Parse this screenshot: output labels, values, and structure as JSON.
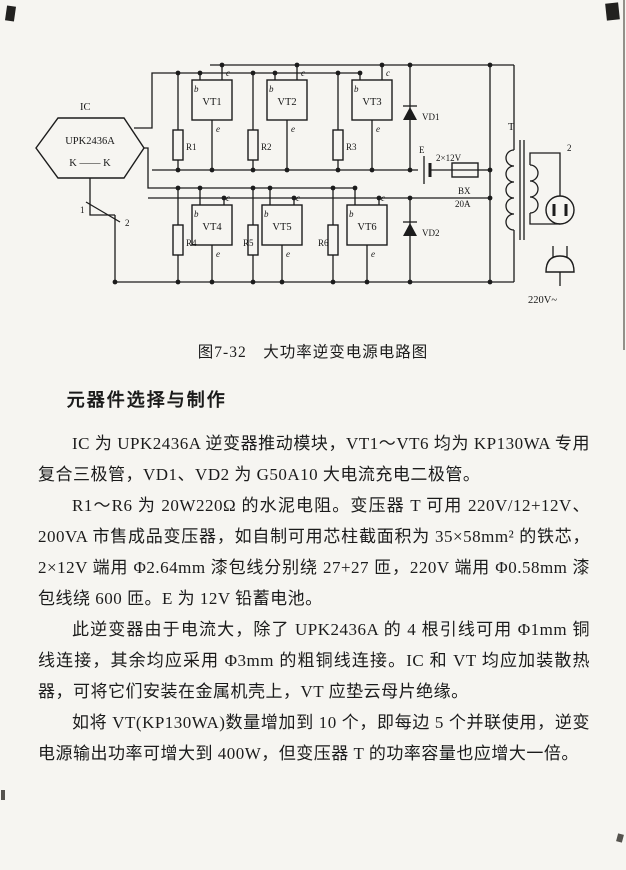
{
  "figure_caption": "图7-32　大功率逆变电源电路图",
  "article": {
    "heading": "元器件选择与制作",
    "paragraphs": [
      "IC 为 UPK2436A 逆变器推动模块，VT1～VT6 均为 KP130WA 专用复合三极管，VD1、VD2 为 G50A10 大电流充电二极管。",
      "R1～R6 为 20W220Ω 的水泥电阻。变压器 T 可用 220V/12+12V、200VA 市售成品变压器，如自制可用芯柱截面积为 35×58mm² 的铁芯，2×12V 端用 Φ2.64mm 漆包线分别绕 27+27 匝，220V 端用 Φ0.58mm 漆包线绕 600 匝。E 为 12V 铅蓄电池。",
      "此逆变器由于电流大，除了 UPK2436A 的 4 根引线可用 Φ1mm 铜线连接，其余均应采用 Φ3mm 的粗铜线连接。IC 和 VT 均应加装散热器，可将它们安装在金属机壳上，VT 应垫云母片绝缘。",
      "如将 VT(KP130WA)数量增加到 10 个，即每边 5 个并联使用，逆变电源输出功率可增大到 400W，但变压器 T 的功率容量也应增大一倍。"
    ]
  },
  "circuit": {
    "ic": {
      "label": "IC",
      "part": "UPK2436A",
      "pins": "K —— K",
      "pin1": "1",
      "pin2": "2"
    },
    "transistors": [
      "VT1",
      "VT2",
      "VT3",
      "VT4",
      "VT5",
      "VT6"
    ],
    "terminals": {
      "b": "b",
      "c": "c",
      "e": "e"
    },
    "resistors": [
      "R1",
      "R2",
      "R3",
      "R4",
      "R5",
      "R6"
    ],
    "diodes": [
      "VD1",
      "VD2"
    ],
    "battery": {
      "label": "E",
      "winding": "2×12V"
    },
    "fuse": {
      "name": "BX",
      "rating": "20A"
    },
    "transformer": {
      "label": "T",
      "tap": "2"
    },
    "output": "220V~"
  }
}
